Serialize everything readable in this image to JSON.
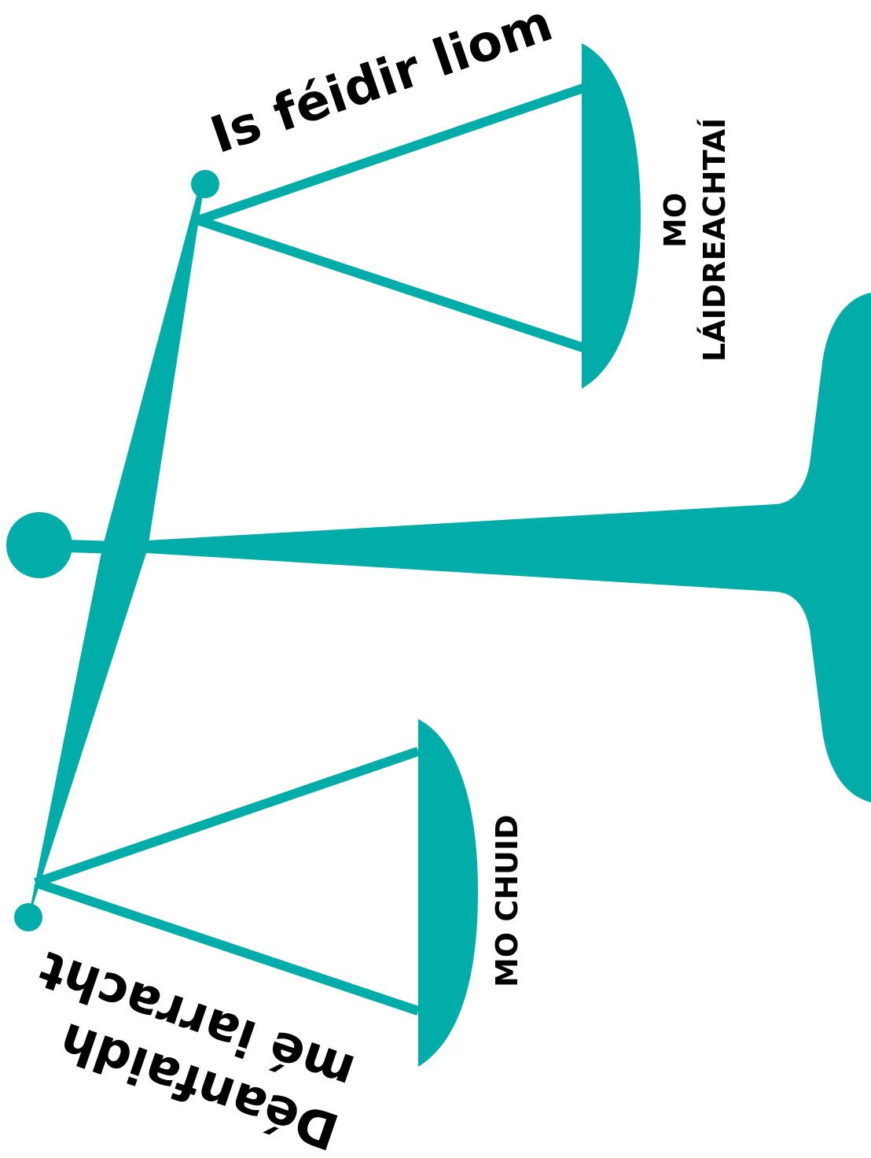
{
  "colors": {
    "teal": "#00ada9",
    "text": "#000000",
    "background": "#ffffff"
  },
  "upper_side": {
    "phrase": "Is féidir liom",
    "pan_label_line1": "MO",
    "pan_label_line2": "LÁIDREACHTAÍ"
  },
  "lower_side": {
    "phrase_line1": "Déanfaidh",
    "phrase_line2": "mé iarracht",
    "pan_label": "MO CHUID"
  }
}
